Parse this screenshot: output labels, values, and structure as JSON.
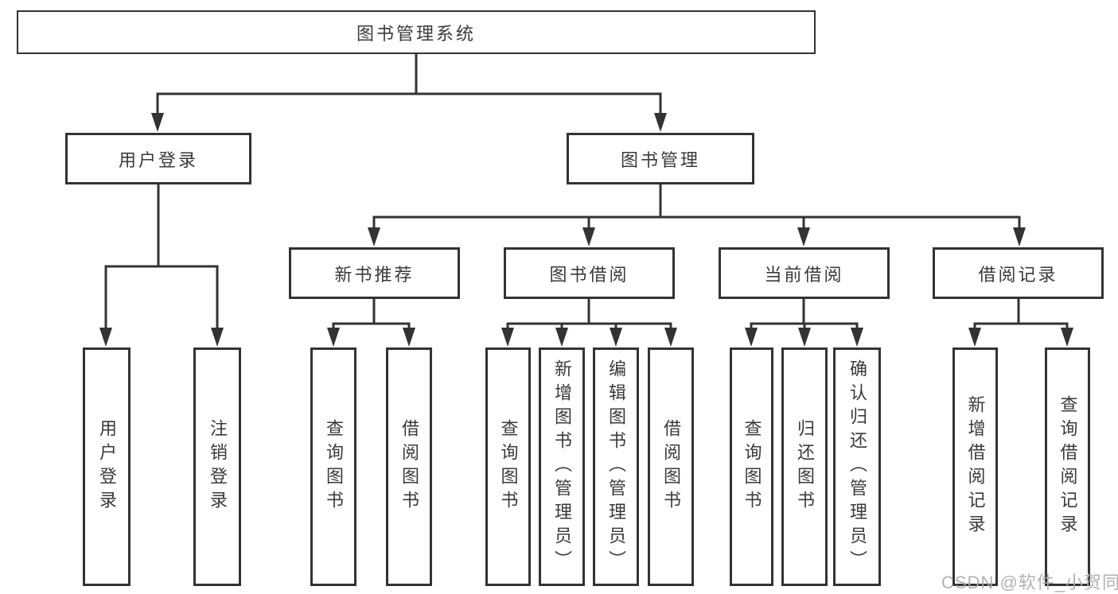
{
  "diagram_title": "图书管理系统",
  "tree": {
    "label": "图书管理系统",
    "children": [
      {
        "label": "用户登录",
        "children": [
          {
            "label": "用户登录"
          },
          {
            "label": "注销登录"
          }
        ]
      },
      {
        "label": "图书管理",
        "children": [
          {
            "label": "新书推荐",
            "children": [
              {
                "label": "查询图书"
              },
              {
                "label": "借阅图书"
              }
            ]
          },
          {
            "label": "图书借阅",
            "children": [
              {
                "label": "查询图书"
              },
              {
                "label": "新增图书（管理员）"
              },
              {
                "label": "编辑图书（管理员）"
              },
              {
                "label": "借阅图书"
              }
            ]
          },
          {
            "label": "当前借阅",
            "children": [
              {
                "label": "查询图书"
              },
              {
                "label": "归还图书"
              },
              {
                "label": "确认归还（管理员）"
              }
            ]
          },
          {
            "label": "借阅记录",
            "children": [
              {
                "label": "新增借阅记录"
              },
              {
                "label": "查询借阅记录"
              }
            ]
          }
        ]
      }
    ]
  },
  "watermark": "CSDN @软件_小贺同学",
  "colors": {
    "line": "#333333",
    "box_border": "#333333",
    "box_background": "#ffffff",
    "text": "#3a3a3a",
    "watermark": "#aaaaaa",
    "page_background": "#ffffff"
  }
}
